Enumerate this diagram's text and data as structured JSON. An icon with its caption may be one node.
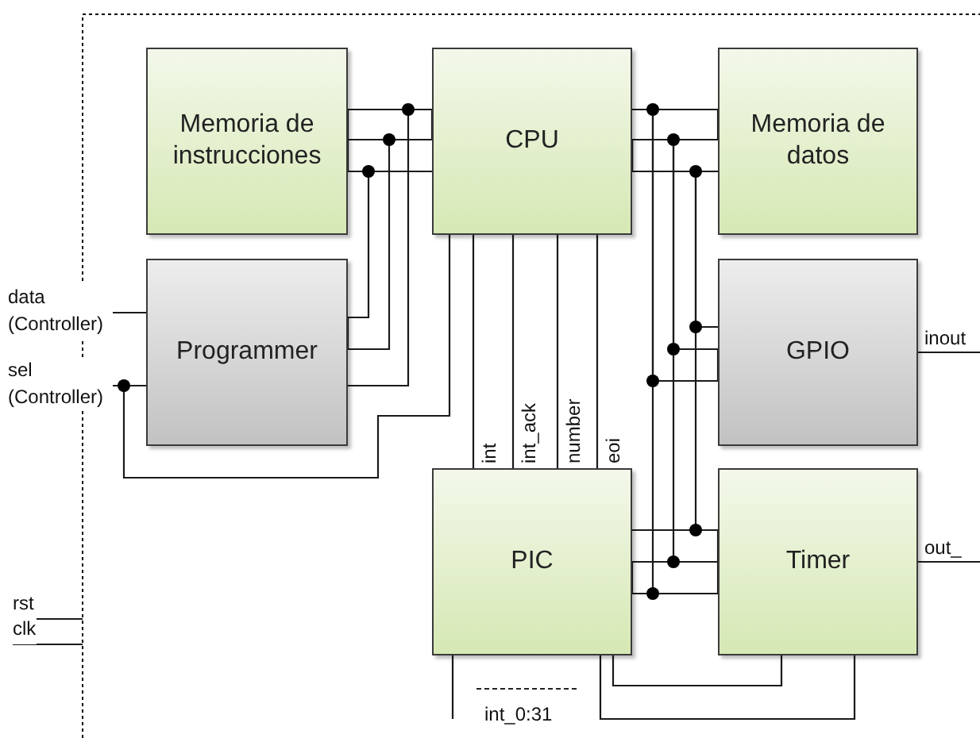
{
  "diagram": {
    "nodes": [
      {
        "text": [
          "Memoria de instrucciones"
        ]
      },
      {
        "text": [
          "CPU"
        ]
      },
      {
        "text": [
          "Memoria de datos"
        ]
      },
      {
        "text": [
          "data (Controller)"
        ]
      },
      {
        "text": [
          "Programmer"
        ]
      },
      {
        "text": [
          "sel (Controller)"
        ]
      },
      {
        "text": [
          "GPIO"
        ]
      },
      {
        "text": [
          "PIC"
        ]
      },
      {
        "text": [
          "Timer"
        ]
      },
      {
        "text": [
          "rst"
        ]
      },
      {
        "text": [
          "clk"
        ]
      }
    ],
    "edges": [
      {
        "from": 0,
        "to": 1,
        "arrow": "none"
      },
      {
        "from": 4,
        "to": 0,
        "arrow": "none"
      },
      {
        "from": 3,
        "to": 4,
        "arrow": "none"
      },
      {
        "from": 5,
        "to": 4,
        "arrow": "none"
      },
      {
        "from": 5,
        "to": 1,
        "arrow": "none"
      },
      {
        "from": 1,
        "to": 2,
        "arrow": "none"
      },
      {
        "from": 1,
        "to": 6,
        "arrow": "none"
      },
      {
        "from": 1,
        "to": 8,
        "arrow": "none"
      },
      {
        "from": 7,
        "to": 8,
        "arrow": "none"
      },
      {
        "from": 1,
        "to": 7,
        "label": "int",
        "arrow": "none"
      },
      {
        "from": 1,
        "to": 7,
        "label": "int_ack",
        "arrow": "none"
      },
      {
        "from": 1,
        "to": 7,
        "label": "number",
        "arrow": "none"
      },
      {
        "from": 1,
        "to": 7,
        "label": "eoi",
        "arrow": "none"
      },
      {
        "from": 6,
        "to": null,
        "arrow": "none"
      },
      {
        "from": 8,
        "to": null,
        "arrow": "none"
      },
      {
        "from": 9,
        "to": null,
        "arrow": "none"
      },
      {
        "from": 10,
        "to": null,
        "arrow": "none"
      },
      {
        "from": 7,
        "to": 8,
        "arrow": "none"
      },
      {
        "from": 7,
        "to": 8,
        "arrow": "none"
      },
      {
        "from": null,
        "to": 7,
        "arrow": "none"
      }
    ],
    "labels": [
      "inout",
      "out_",
      "int_0:31"
    ]
  }
}
